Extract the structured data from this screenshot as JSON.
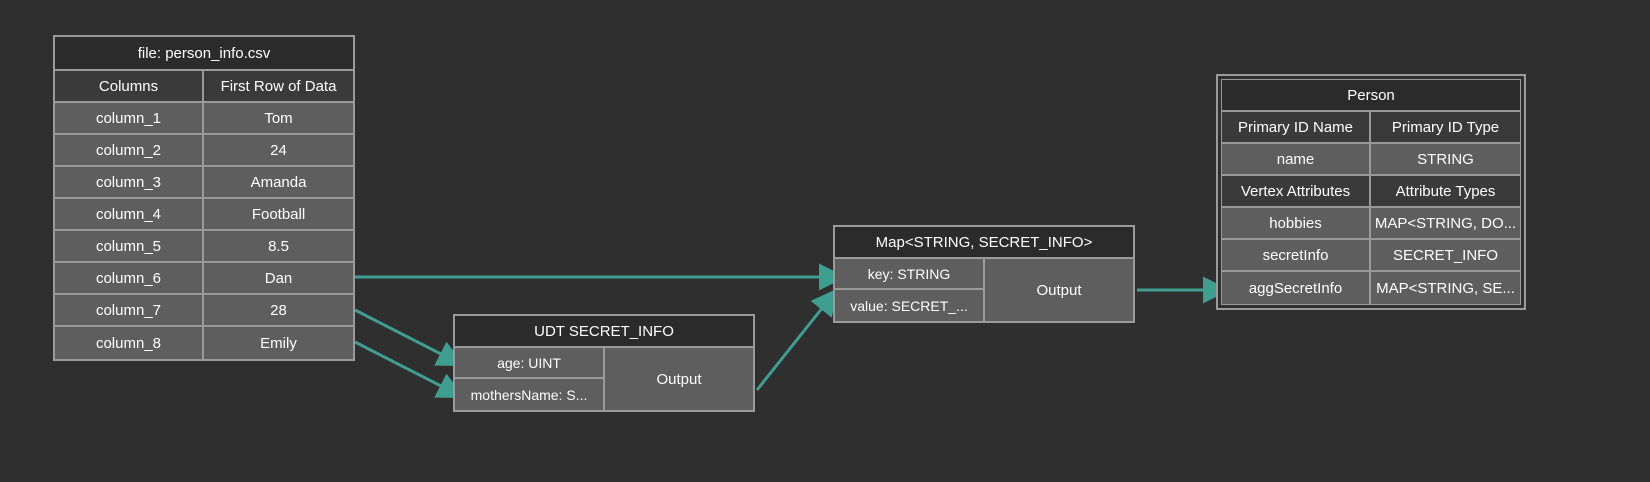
{
  "canvas": {
    "background_color": "#2f2f2f",
    "edge_color": "#3e9e8f",
    "node_border_color": "#9a9a9a",
    "node_cell_color": "#5e5e5e",
    "node_title_color": "#2b2b2b",
    "node_header_cell_color": "#3a3a3a",
    "text_color": "#ffffff"
  },
  "csv_node": {
    "title": "file: person_info.csv",
    "headers": [
      "Columns",
      "First Row of Data"
    ],
    "rows": [
      {
        "column": "column_1",
        "value": "Tom"
      },
      {
        "column": "column_2",
        "value": "24"
      },
      {
        "column": "column_3",
        "value": "Amanda"
      },
      {
        "column": "column_4",
        "value": "Football"
      },
      {
        "column": "column_5",
        "value": "8.5"
      },
      {
        "column": "column_6",
        "value": "Dan"
      },
      {
        "column": "column_7",
        "value": "28"
      },
      {
        "column": "column_8",
        "value": "Emily"
      }
    ]
  },
  "udt_node": {
    "title": "UDT SECRET_INFO",
    "fields": [
      "age: UINT",
      "mothersName: S..."
    ],
    "output_label": "Output"
  },
  "map_node": {
    "title": "Map<STRING, SECRET_INFO>",
    "fields": [
      "key: STRING",
      "value: SECRET_..."
    ],
    "output_label": "Output"
  },
  "person_node": {
    "title": "Person",
    "id_headers": [
      "Primary ID Name",
      "Primary ID Type"
    ],
    "id_row": {
      "name": "name",
      "type": "STRING"
    },
    "attr_headers": [
      "Vertex Attributes",
      "Attribute Types"
    ],
    "attr_rows": [
      {
        "name": "hobbies",
        "type": "MAP<STRING, DO..."
      },
      {
        "name": "secretInfo",
        "type": "SECRET_INFO"
      },
      {
        "name": "aggSecretInfo",
        "type": "MAP<STRING, SE..."
      }
    ]
  },
  "edges": [
    {
      "id": "csv-col6-to-map-key",
      "from": "column_6",
      "to": "map key: STRING"
    },
    {
      "id": "csv-col7-to-udt-age",
      "from": "column_7",
      "to": "udt age: UINT"
    },
    {
      "id": "csv-col8-to-udt-mothersname",
      "from": "column_8",
      "to": "udt mothersName: S..."
    },
    {
      "id": "udt-output-to-map-value",
      "from": "udt Output",
      "to": "map value: SECRET_..."
    },
    {
      "id": "map-output-to-person",
      "from": "map Output",
      "to": "person aggSecretInfo"
    }
  ]
}
